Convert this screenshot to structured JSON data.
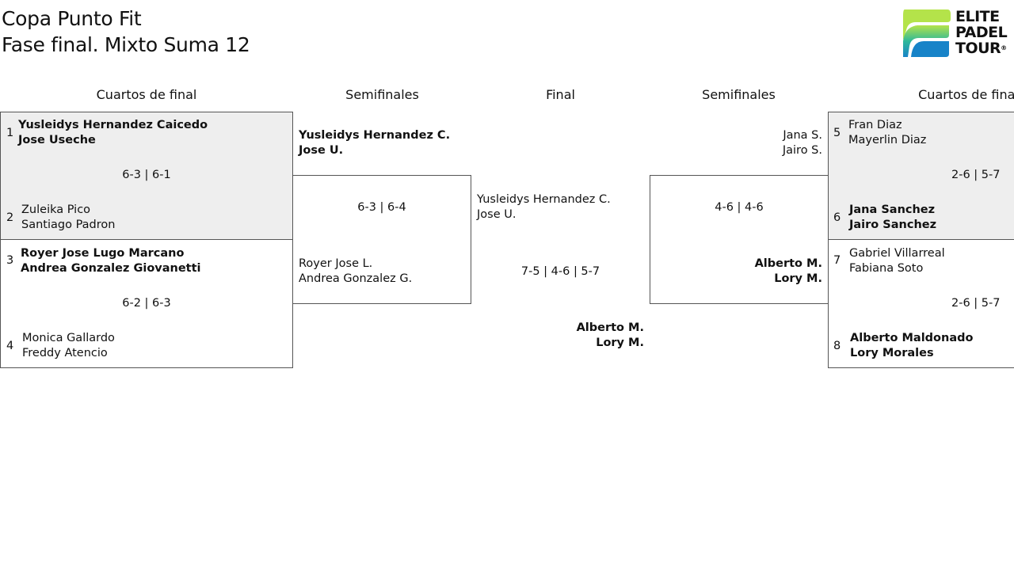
{
  "header": {
    "title_line1": "Copa Punto Fit",
    "title_line2": "Fase final. Mixto Suma 12",
    "logo_line1": "ELITE",
    "logo_line2": "PADEL",
    "logo_line3": "TOUR",
    "logo_reg": "®"
  },
  "columns": {
    "qf_left": "Cuartos de final",
    "sf_left": "Semifinales",
    "final": "Final",
    "sf_right": "Semifinales",
    "qf_right": "Cuartos de final"
  },
  "quarterfinals": [
    {
      "top": {
        "seed": "1",
        "p1": "Yusleidys Hernandez Caicedo",
        "p2": "Jose Useche"
      },
      "score": "6-3 | 6-1",
      "bottom": {
        "seed": "2",
        "p1": "Zuleika Pico",
        "p2": "Santiago Padron"
      }
    },
    {
      "top": {
        "seed": "3",
        "p1": "Royer Jose Lugo Marcano",
        "p2": "Andrea Gonzalez Giovanetti"
      },
      "score": "6-2 | 6-3",
      "bottom": {
        "seed": "4",
        "p1": "Monica Gallardo",
        "p2": "Freddy Atencio"
      }
    },
    {
      "top": {
        "seed": "5",
        "p1": "Fran Diaz",
        "p2": "Mayerlin Diaz"
      },
      "score": "2-6 | 5-7",
      "bottom": {
        "seed": "6",
        "p1": "Jana Sanchez",
        "p2": "Jairo Sanchez"
      }
    },
    {
      "top": {
        "seed": "7",
        "p1": "Gabriel Villarreal",
        "p2": "Fabiana Soto"
      },
      "score": "2-6 | 5-7",
      "bottom": {
        "seed": "8",
        "p1": "Alberto Maldonado",
        "p2": "Lory Morales"
      }
    }
  ],
  "semifinals": [
    {
      "top": {
        "p1": "Yusleidys Hernandez C.",
        "p2": "Jose U."
      },
      "score": "6-3 | 6-4",
      "bottom": {
        "p1": "Royer Jose L.",
        "p2": "Andrea Gonzalez G."
      }
    },
    {
      "top": {
        "p1": "Jana S.",
        "p2": "Jairo S."
      },
      "score": "4-6 | 4-6",
      "bottom": {
        "p1": "Alberto M.",
        "p2": "Lory M."
      }
    }
  ],
  "final": {
    "top": {
      "p1": "Yusleidys Hernandez C.",
      "p2": "Jose U."
    },
    "score": "7-5 | 4-6 | 5-7",
    "bottom": {
      "p1": "Alberto M.",
      "p2": "Lory M."
    }
  },
  "colors": {
    "row_highlight": "#eeeeee",
    "border": "#555555",
    "logo_green": "#a7e04a",
    "logo_teal": "#1aa3a0",
    "logo_blue": "#1a86c7"
  }
}
